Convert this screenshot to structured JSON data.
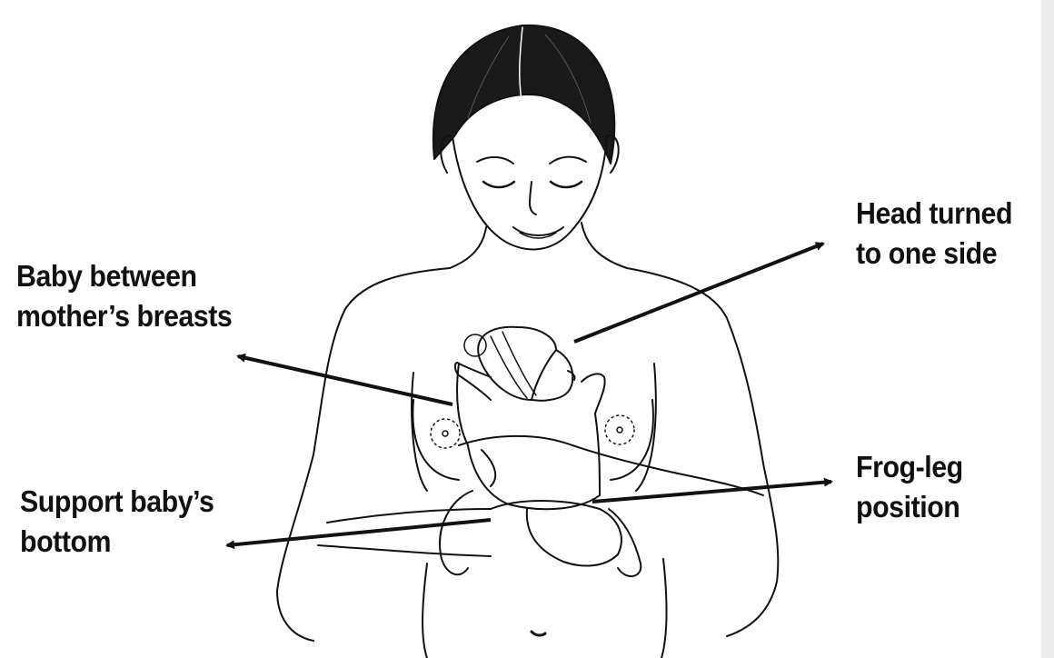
{
  "labels": {
    "baby_between": [
      "Baby between",
      "mother’s breasts"
    ],
    "support_bottom": [
      "Support baby’s",
      "bottom"
    ],
    "head_turned": [
      "Head turned",
      "to one side"
    ],
    "frog_leg": [
      "Frog-leg",
      "position"
    ]
  },
  "colors": {
    "ink": "#111111",
    "background": "#ffffff",
    "edge_strip": "#ededed"
  },
  "icons": {
    "illustration": "mother-holding-newborn-skin-to-skin"
  }
}
